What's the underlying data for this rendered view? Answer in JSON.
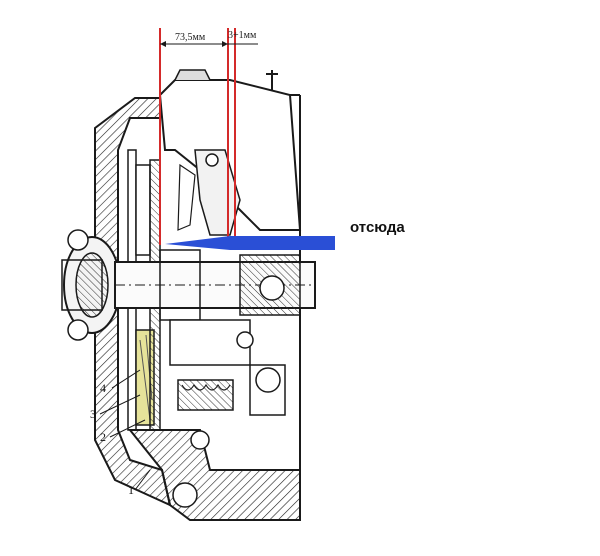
{
  "dimensions": {
    "dim_a": "73,5мм",
    "dim_b": "3+1мм"
  },
  "arrow": {
    "label": "отсюда",
    "color": "#2a4fd6"
  },
  "callouts": [
    "4",
    "3",
    "2",
    "1"
  ],
  "colors": {
    "marker": "#d42a2a",
    "disc_lining": "#e6e39a",
    "ink": "#1a1a1a"
  }
}
